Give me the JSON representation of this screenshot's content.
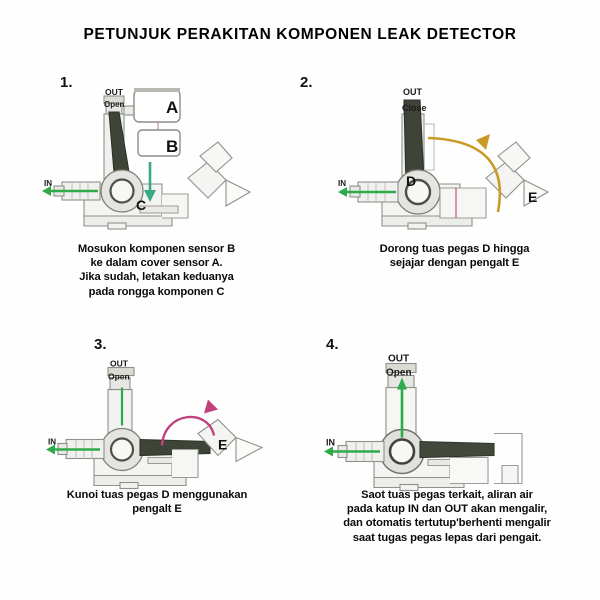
{
  "document": {
    "title": "PETUNJUK PERAKITAN KOMPONEN LEAK DETECTOR",
    "background_color": "#ffffff",
    "text_color": "#000000"
  },
  "colors": {
    "drawing_outline": "#8a8d85",
    "drawing_dark": "#3a3f33",
    "drawing_fill": "#d8d9d2",
    "flow_green": "#2faa4a",
    "arrow_orange": "#c99a25",
    "arrow_pink": "#c2407e",
    "label_black": "#111111",
    "teal_arrow": "#3aa98a"
  },
  "panels": [
    {
      "number": "1.",
      "diagram_labels": {
        "out": "OUT",
        "state": "Open",
        "inlet": "IN",
        "part_a": "A",
        "part_b": "B",
        "part_c": "C"
      },
      "caption_lines": [
        "Mosukon komponen sensor B",
        "ke dalam cover sensor A.",
        "Jika sudah, letakan keduanya",
        "pada rongga komponen C"
      ]
    },
    {
      "number": "2.",
      "diagram_labels": {
        "out": "OUT",
        "state": "Close",
        "inlet": "IN",
        "part_d": "D",
        "part_e": "E"
      },
      "caption_lines": [
        "Dorong tuas pegas D hingga",
        "sejajar dengan pengalt E"
      ]
    },
    {
      "number": "3.",
      "diagram_labels": {
        "out": "OUT",
        "state": "Open",
        "inlet": "IN",
        "part_e": "E"
      },
      "caption_lines": [
        "Kunoi tuas pegas D menggunakan",
        "pengalt E"
      ]
    },
    {
      "number": "4.",
      "diagram_labels": {
        "out": "OUT",
        "state": "Open",
        "inlet": "IN"
      },
      "caption_lines": [
        "Saot tuas pegas terkait, aliran air",
        "pada katup IN dan OUT akan mengalir,",
        "dan otomatis tertutup'berhenti mengalir",
        "saat tugas pegas lepas dari pengait."
      ]
    }
  ]
}
